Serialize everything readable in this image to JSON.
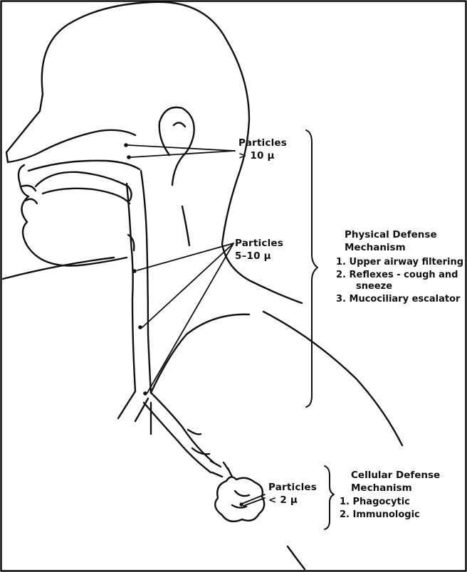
{
  "particles": {
    "large": {
      "line1": "Particles",
      "line2": "> 10 µ"
    },
    "medium": {
      "line1": "Particles",
      "line2": "5–10 µ"
    },
    "small": {
      "line1": "Particles",
      "line2": "< 2 µ"
    }
  },
  "physical_defense": {
    "title_line1": "Physical Defense",
    "title_line2": "Mechanism",
    "items": [
      "1. Upper airway filtering",
      "2. Reflexes - cough and",
      "sneeze",
      "3. Mucociliary escalator"
    ]
  },
  "cellular_defense": {
    "title_line1": "Cellular Defense",
    "title_line2": "Mechanism",
    "items": [
      "1. Phagocytic",
      "2. Immunologic"
    ]
  }
}
